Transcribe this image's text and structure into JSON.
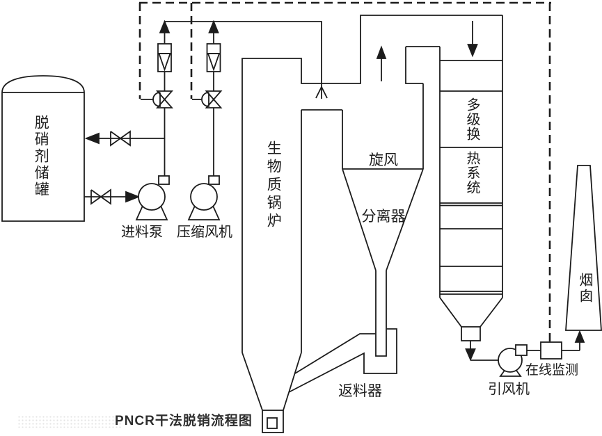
{
  "diagram_title": "PNCR干法脱销流程图",
  "colors": {
    "line": "#1c1c1c",
    "background": "#ffffff",
    "title_text": "#2e2e2e"
  },
  "equipment": {
    "storage_tank": {
      "label": "脱硝剂储罐"
    },
    "feed_pump": {
      "label": "进料泵"
    },
    "compressor_fan": {
      "label": "压缩风机"
    },
    "biomass_boiler": {
      "label": "生物质锅炉"
    },
    "cyclone_separator": {
      "label_line1": "旋风",
      "label_line2": "分离器"
    },
    "heat_exchanger": {
      "label_upper": "多级换",
      "label_lower": "热系统"
    },
    "return_feeder": {
      "label": "返料器"
    },
    "induced_draft_fan": {
      "label": "引风机"
    },
    "online_monitor": {
      "label": "在线监测"
    },
    "chimney": {
      "label": "烟囱"
    }
  }
}
